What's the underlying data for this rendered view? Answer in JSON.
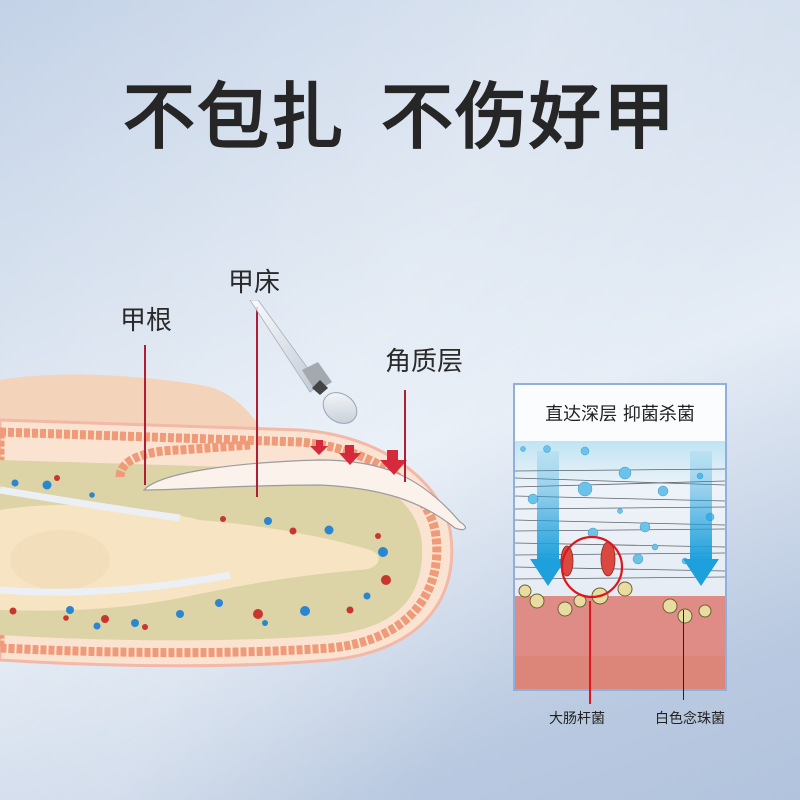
{
  "headline": {
    "part1": "不包扎",
    "part2": "不伤好甲"
  },
  "anatomy_labels": {
    "nail_root": "甲根",
    "nail_bed": "甲床",
    "stratum_corneum": "角质层"
  },
  "infographic": {
    "title": "直达深层 抑菌杀菌",
    "bacteria_labels": {
      "e_coli": "大肠杆菌",
      "candida_albicans": "白色念珠菌"
    }
  },
  "colors": {
    "headline_text": "#262626",
    "leader_line": "#b01e35",
    "arrow_red": "#d62a3c",
    "arrow_blue": "#1ea0dc",
    "skin_pink": "#e58b80",
    "box_border": "#8fb0dc",
    "background": "#c8d6ea"
  },
  "icons": {
    "dropper": "dropper-icon",
    "penetration_arrows": "down-arrow-icon",
    "highlight_circle": "circle-highlight-icon"
  }
}
